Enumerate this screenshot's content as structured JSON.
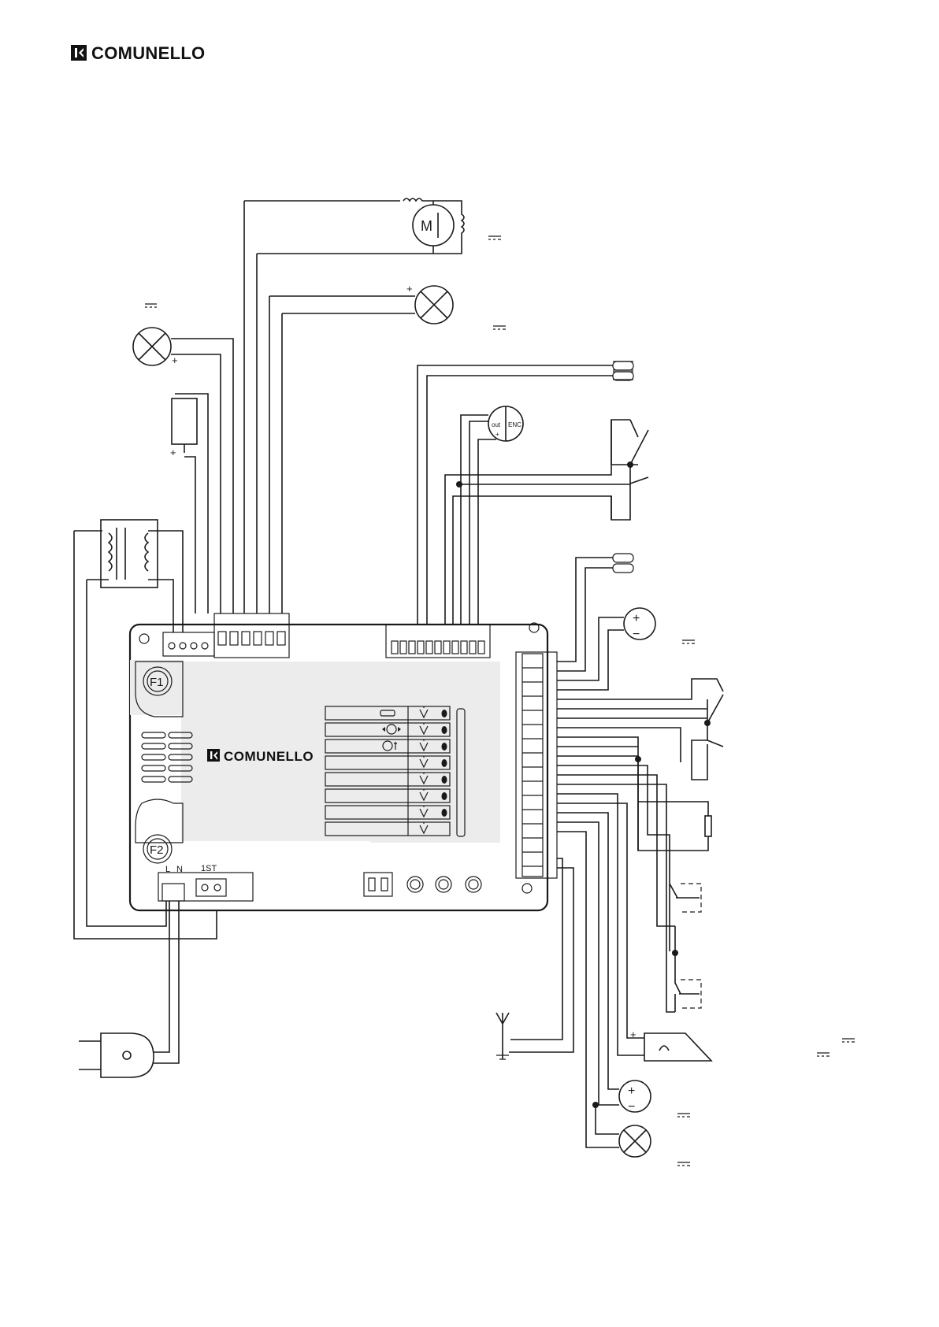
{
  "brand": {
    "name": "COMUNELLO"
  },
  "symbols": {
    "motor": "M",
    "plus": "+",
    "minus": "−",
    "encoder_out": "out",
    "encoder_enc": "ENC",
    "fuse_1": "F1",
    "fuse_2": "F2",
    "terminal_live": "L",
    "terminal_neutral": "N",
    "terminal_start": "1ST"
  },
  "colors": {
    "line": "#1a1a1a",
    "board_fill": "#ececec"
  }
}
